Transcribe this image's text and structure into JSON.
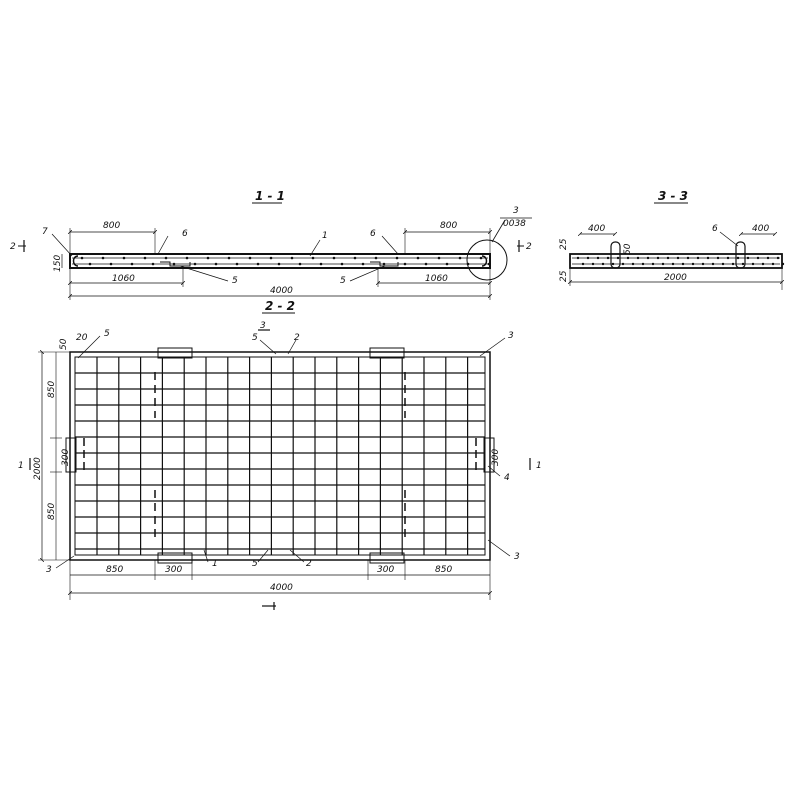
{
  "sections": {
    "s11_title": "1 - 1",
    "s22_title": "2 - 2",
    "s33_title": "3 - 3"
  },
  "section_1_1": {
    "dim_left_top": "800",
    "dim_right_top": "800",
    "dim_left_bottom": "1060",
    "dim_right_bottom": "1060",
    "dim_total": "4000",
    "dim_height": "150",
    "node_ref_num": "3",
    "node_ref_code": "0038",
    "cut_mark": "2",
    "labels": {
      "p7": "7",
      "p6a": "6",
      "p1": "1",
      "p6b": "6",
      "p5a": "5",
      "p5b": "5"
    }
  },
  "section_3_3": {
    "dim_left": "400",
    "dim_right": "400",
    "dim_total": "2000",
    "dim_top": "25",
    "dim_bottom": "25",
    "dim_mid": "50",
    "label_6": "6"
  },
  "plan_2_2": {
    "dim_850_top_left": "850",
    "dim_2000": "2000",
    "dim_850_bottom_left": "850",
    "dim_300_left": "300",
    "dim_300_right": "300",
    "dim_20": "20",
    "dim_50": "50",
    "bottom_850_left": "850",
    "bottom_300_left": "300",
    "bottom_300_right": "300",
    "bottom_850_right": "850",
    "bottom_4000": "4000",
    "cut_1": "1",
    "cut_3": "3",
    "labels": {
      "p5_tl": "5",
      "p5_tc": "5",
      "p2_tc": "2",
      "p3_tr": "3",
      "p3_bl": "3",
      "p1_b": "1",
      "p5_b": "5",
      "p2_b": "2",
      "p3_br": "3",
      "p4_r": "4"
    }
  }
}
